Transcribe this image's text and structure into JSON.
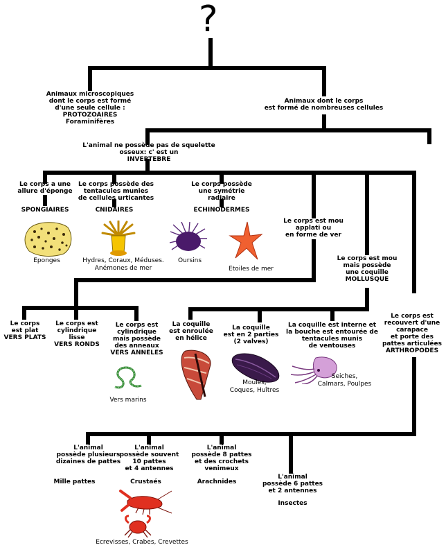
{
  "root": "?",
  "nodes": {
    "protozoa": "Animaux microscopiques\ndont le corps est formé\nd'une seule cellule :\nPROTOZOAIRES\nForaminifères",
    "multicell": "Animaux dont le corps\nest formé de nombreuses cellules",
    "invertebre": "L'animal ne possède pas de squelette\nosseux: c' est un\nINVERTEBRE",
    "eponge": "Le corps a une\nallure d'éponge",
    "cnidaire": "Le corps possède des\ntentacules munies\nde cellules urticantes",
    "echino": "Le corps possède\nune symétrie\nradiaire",
    "vers": "Le corps est mou\napplati ou\nen forme de ver",
    "mollusque": "Le corps est mou\nmais possède\nune coquille\nMOLLUSQUE",
    "plat": "Le corps\nest plat\nVERS PLATS",
    "rond": "Le corps est\ncylindrique\nlisse\nVERS RONDS",
    "annele": "Le corps est\ncylindrique\nmais possède\ndes anneaux\nVERS ANNELES",
    "helice": "La coquille\nest enroulée\nen hélice",
    "deux": "La coquille\nest en 2 parties\n(2 valves)",
    "interne": "La coquille est interne et\nla bouche est entourée de\ntentacules munis\nde ventouses",
    "arthro": "Le corps est\nrecouvert d'une\ncarapace\net porte des\npattes articulées\nARTHROPODES",
    "mille": "L'animal\npossède plusieurs\ndizaines de pattes",
    "crust": "L'animal\npossède  souvent\n10 pattes\net 4 antennes",
    "arach": "L'animal\npossède 8 pattes\net des crochets\nvenimeux",
    "insect": "L'animal\npossède  6 pattes\net 2 antennes"
  },
  "groups": {
    "spongiaires": "SPONGIAIRES",
    "cnidaires": "CNIDAIRES",
    "echinodermes": "ECHINODERMES",
    "millepattes": "Mille pattes",
    "crustaces": "Crustaés",
    "arachnides": "Arachnides",
    "insectes": "Insectes"
  },
  "captions": {
    "eponges": "Eponges",
    "hydres": "Hydres, Coraux, Méduses.\nAnémones de mer",
    "oursins": "Oursins",
    "etoiles": "Etoiles de mer",
    "versmarins": "Vers marins",
    "moules": "Moules,\nCoques, Huîtres",
    "seiches": "Seiches,\nCalmars, Poulpes",
    "ecrevisses": "Ecrevisses, Crabes, Crevettes"
  },
  "colors": {
    "line": "#000000",
    "sponge": "#f2e07a",
    "anemone": "#f5c400",
    "urchin": "#5a2a7a",
    "starfish": "#f06030",
    "mussel": "#3a1a4a",
    "cone": "#c84a3a",
    "squid": "#d4a0d8",
    "crustacean": "#e03020"
  }
}
